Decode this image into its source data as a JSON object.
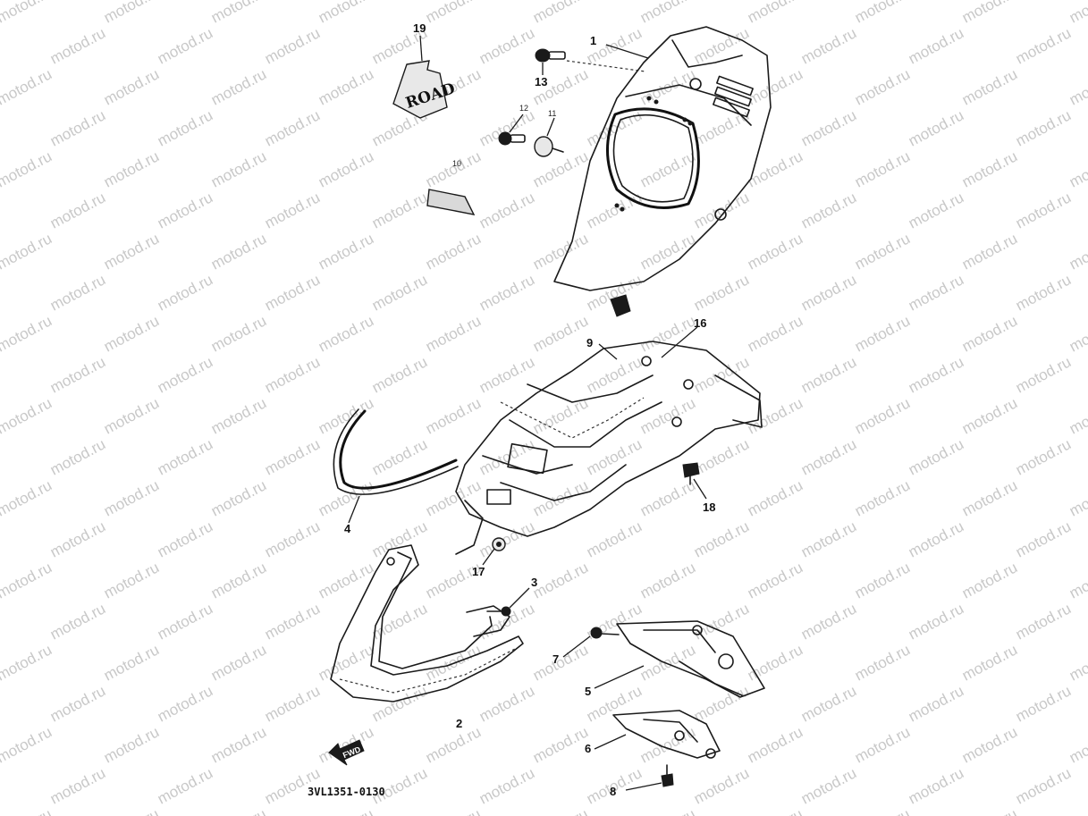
{
  "watermark": "motod.ru",
  "diagram_code": "3VL1351-0130",
  "road_decal_text": "ROAD",
  "fwd_arrow_text": "FWD",
  "callouts": {
    "p1": "1",
    "p2": "2",
    "p3": "3",
    "p4": "4",
    "p5": "5",
    "p6": "6",
    "p7": "7",
    "p8": "8",
    "p9": "9",
    "p10": "10",
    "p11": "11",
    "p12": "12",
    "p13": "13",
    "p16": "16",
    "p17": "17",
    "p18": "18",
    "p19": "19"
  }
}
